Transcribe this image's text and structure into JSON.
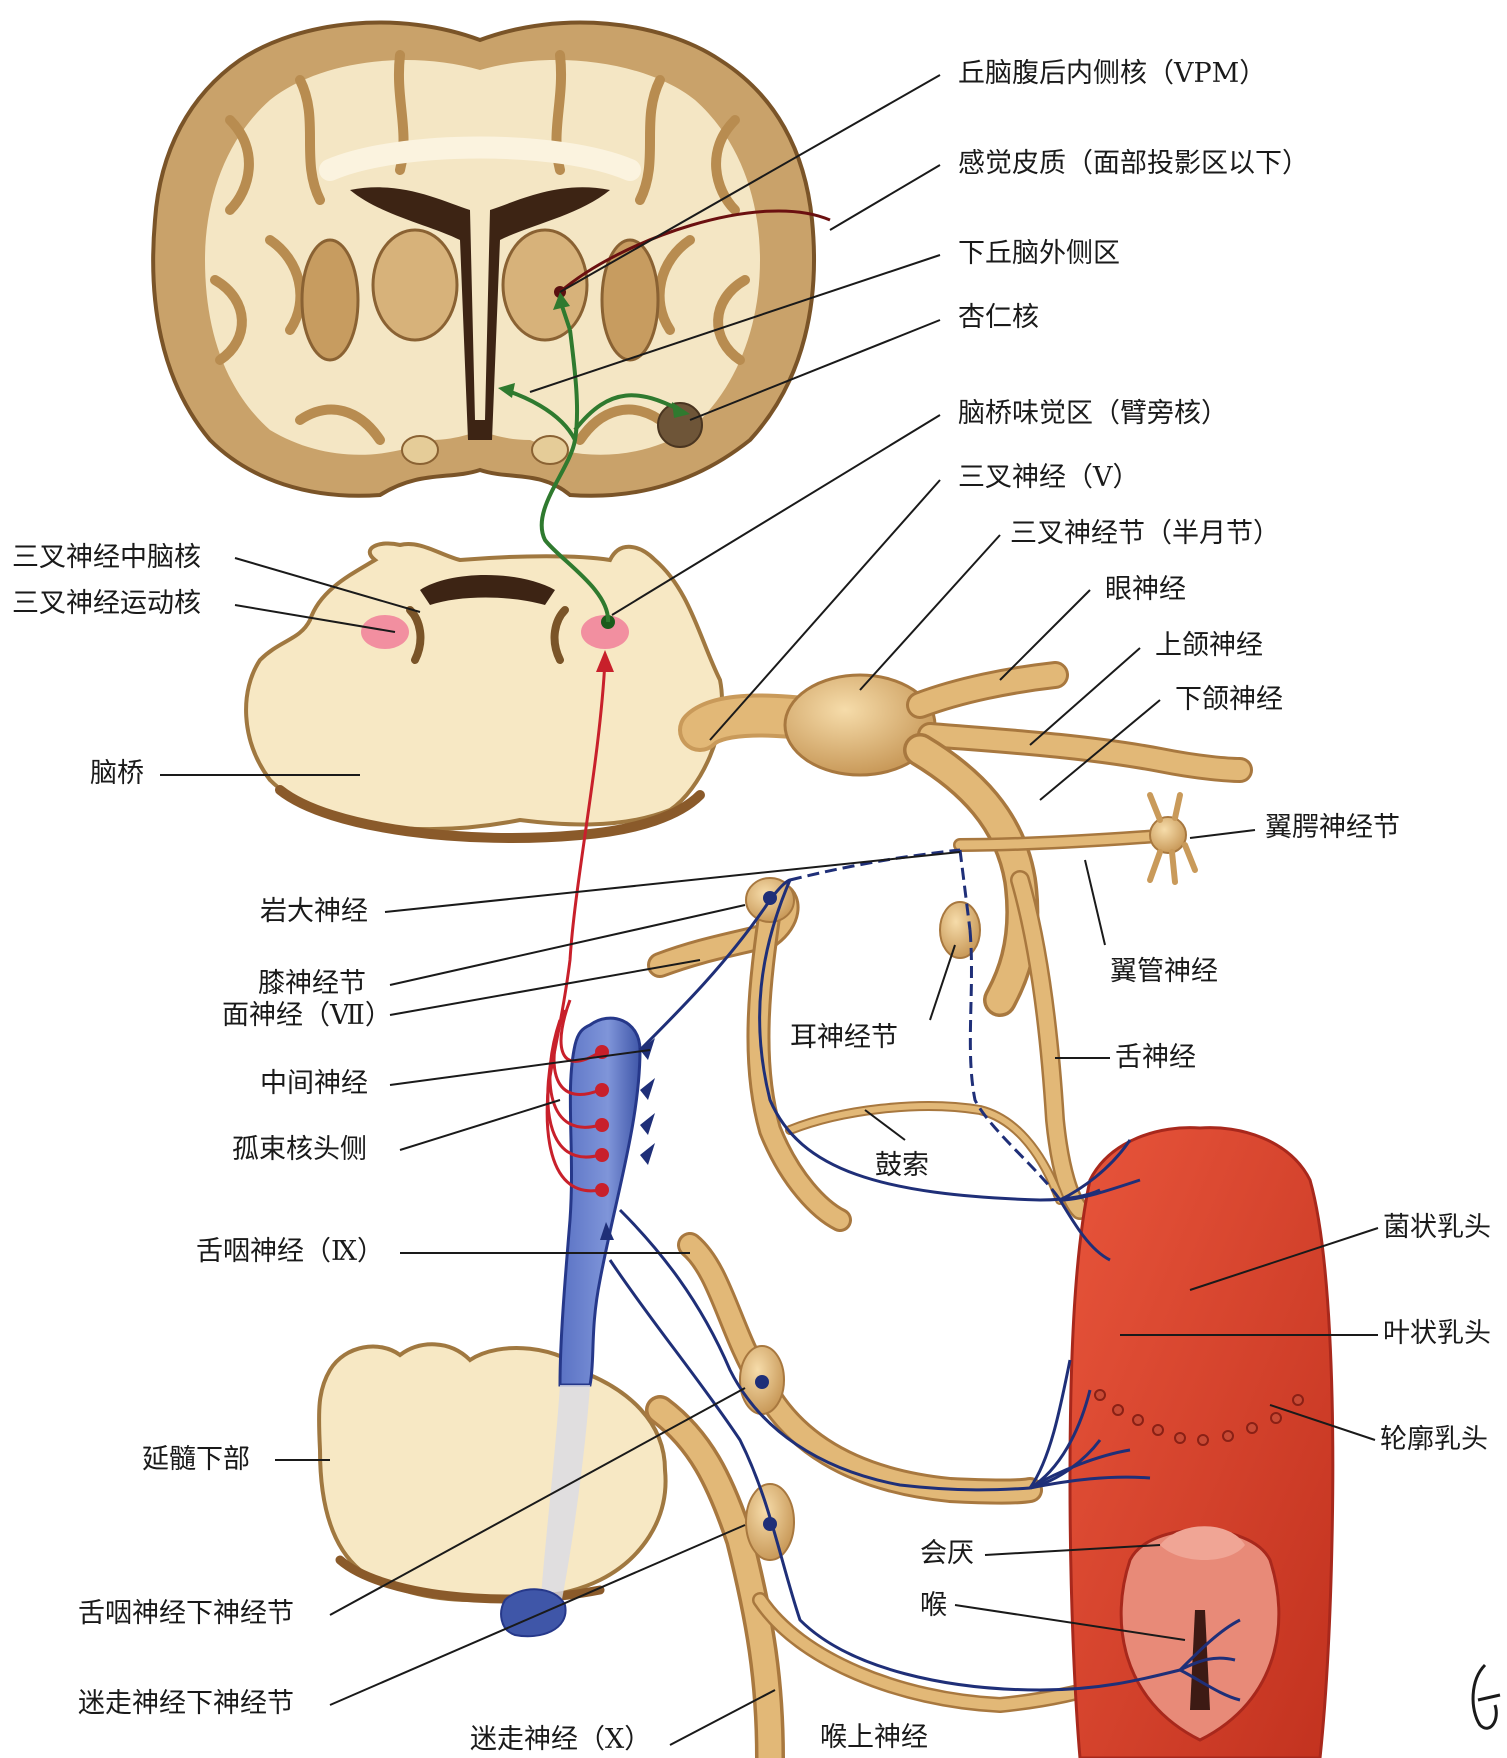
{
  "colors": {
    "nerve": "#e2b877",
    "nerve_dark": "#a8783f",
    "cortex": "#c9a26a",
    "white_matter": "#f4e6c4",
    "pons": "#f7e8c4",
    "tongue": "#d9442f",
    "tongue_dark": "#a8281c",
    "blue_pathway": "#1f2f78",
    "red_pathway": "#c8202b",
    "green_pathway": "#2f7a2f",
    "nucleus_pink": "#f28fa0",
    "leader": "#1a1a1a"
  },
  "labels": {
    "vpm": "丘脑腹后内侧核（VPM）",
    "sensory_cortex": "感觉皮质（面部投影区以下）",
    "lateral_hypothalamus": "下丘脑外侧区",
    "amygdala": "杏仁核",
    "pontine_taste": "脑桥味觉区（臂旁核）",
    "trigeminal_nerve": "三叉神经（V）",
    "trigeminal_ganglion": "三叉神经节（半月节）",
    "ophthalmic_nerve": "眼神经",
    "maxillary_nerve": "上颌神经",
    "mandibular_nerve": "下颌神经",
    "pterygopalatine_ganglion": "翼腭神经节",
    "pterygoid_canal_nerve": "翼管神经",
    "lingual_nerve": "舌神经",
    "otic_ganglion": "耳神经节",
    "chorda_tympani": "鼓索",
    "fungiform": "菌状乳头",
    "foliate": "叶状乳头",
    "circumvallate": "轮廓乳头",
    "epiglottis": "会厌",
    "larynx": "喉",
    "superior_laryngeal": "喉上神经",
    "vagus_nerve": "迷走神经（X）",
    "mesencephalic_nucleus": "三叉神经中脑核",
    "motor_nucleus": "三叉神经运动核",
    "pons": "脑桥",
    "greater_petrosal": "岩大神经",
    "geniculate_ganglion": "膝神经节",
    "facial_nerve": "面神经（Ⅶ）",
    "intermediate_nerve": "中间神经",
    "solitary_nucleus": "孤束核头侧",
    "glossopharyngeal": "舌咽神经（Ⅸ）",
    "lower_medulla": "延髓下部",
    "glossopharyngeal_inferior_ganglion": "舌咽神经下神经节",
    "vagus_inferior_ganglion": "迷走神经下神经节"
  }
}
